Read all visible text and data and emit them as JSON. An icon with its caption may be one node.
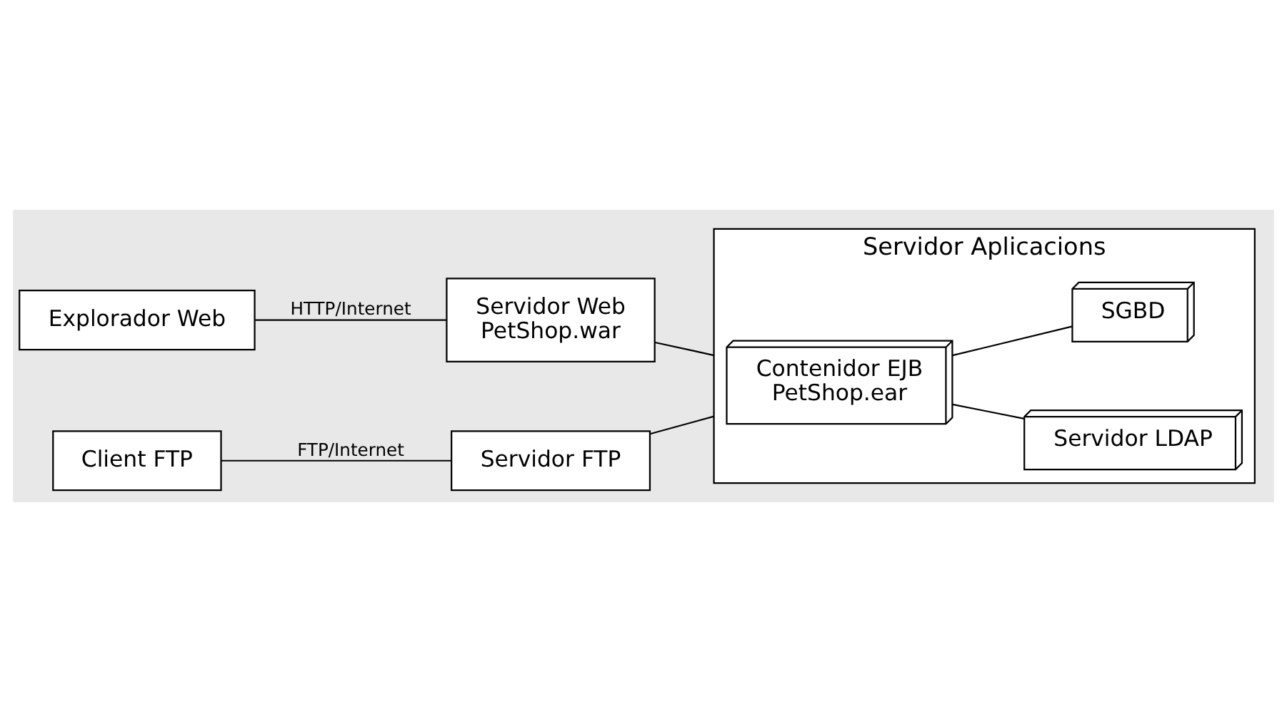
{
  "diagram": {
    "nodes": [
      {
        "text": [
          "Explorador Web"
        ]
      },
      {
        "text": [
          "Servidor Web",
          "PetShop.war"
        ]
      },
      {
        "text": [
          "Servidor Aplicacions"
        ]
      },
      {
        "text": [
          "Contenidor EJB",
          "PetShop.ear"
        ],
        "in": 2
      },
      {
        "text": [
          "Servidor LDAP"
        ],
        "in": 2
      },
      {
        "text": [
          "SGBD"
        ],
        "in": 2
      },
      {
        "text": [
          "Client FTP"
        ]
      },
      {
        "text": [
          "Servidor FTP"
        ]
      }
    ],
    "edges": [
      {
        "from": 0,
        "to": 1,
        "arrow": "none",
        "label": "HTTP/Internet"
      },
      {
        "from": 1,
        "to": 2,
        "arrow": "none"
      },
      {
        "from": 3,
        "to": 4,
        "arrow": "none"
      },
      {
        "from": 3,
        "to": 5,
        "arrow": "none"
      },
      {
        "from": 6,
        "to": 7,
        "arrow": "none",
        "label": "FTP/Internet"
      },
      {
        "from": 7,
        "to": 2,
        "arrow": "none"
      }
    ]
  }
}
